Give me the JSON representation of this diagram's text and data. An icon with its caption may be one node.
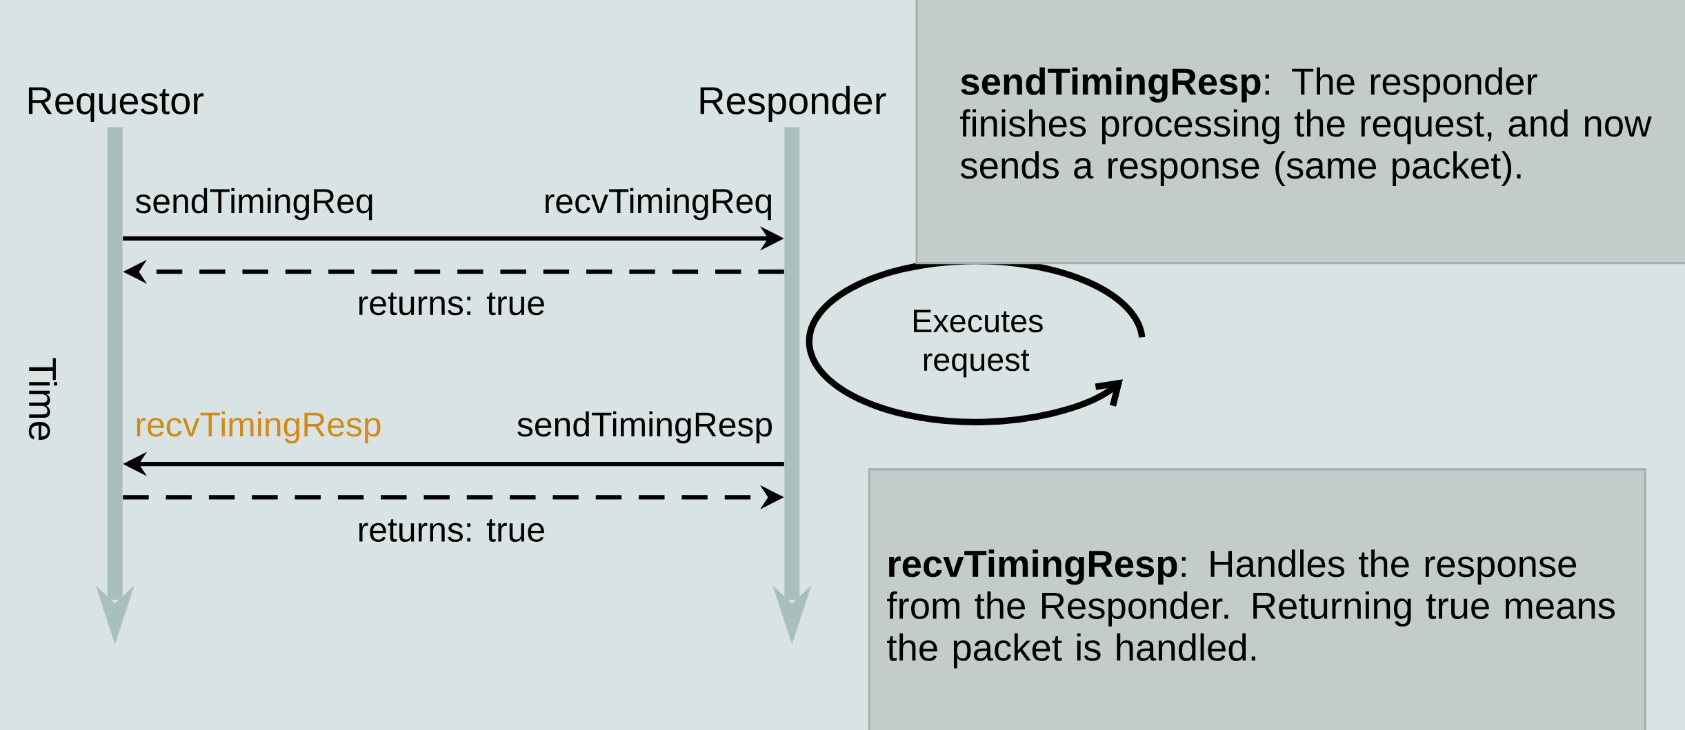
{
  "diagram": {
    "nodes": [
      {
        "text": [
          "Requestor"
        ]
      },
      {
        "text": [
          "Responder"
        ]
      },
      {
        "text": [
          "Executes request"
        ]
      },
      {
        "text": [
          "**sendTimingResp**: The responder finishes processing the request, and now sends a response (same packet)."
        ]
      },
      {
        "text": [
          "**recvTimingResp**: Handles the response from the Responder. Returning true means the packet is handled."
        ]
      }
    ],
    "edges": [
      {
        "from": 0,
        "to": 1,
        "arrow": "to"
      },
      {
        "from": 1,
        "to": 0,
        "arrow": "to",
        "style": "dashed",
        "label": "returns: true"
      },
      {
        "from": 1,
        "to": 0,
        "arrow": "to"
      },
      {
        "from": 0,
        "to": 1,
        "arrow": "to",
        "style": "dashed",
        "label": "returns: true"
      }
    ],
    "labels": [
      "sendTimingReq",
      "recvTimingReq",
      "recvTimingResp",
      "sendTimingResp",
      "Time"
    ]
  }
}
